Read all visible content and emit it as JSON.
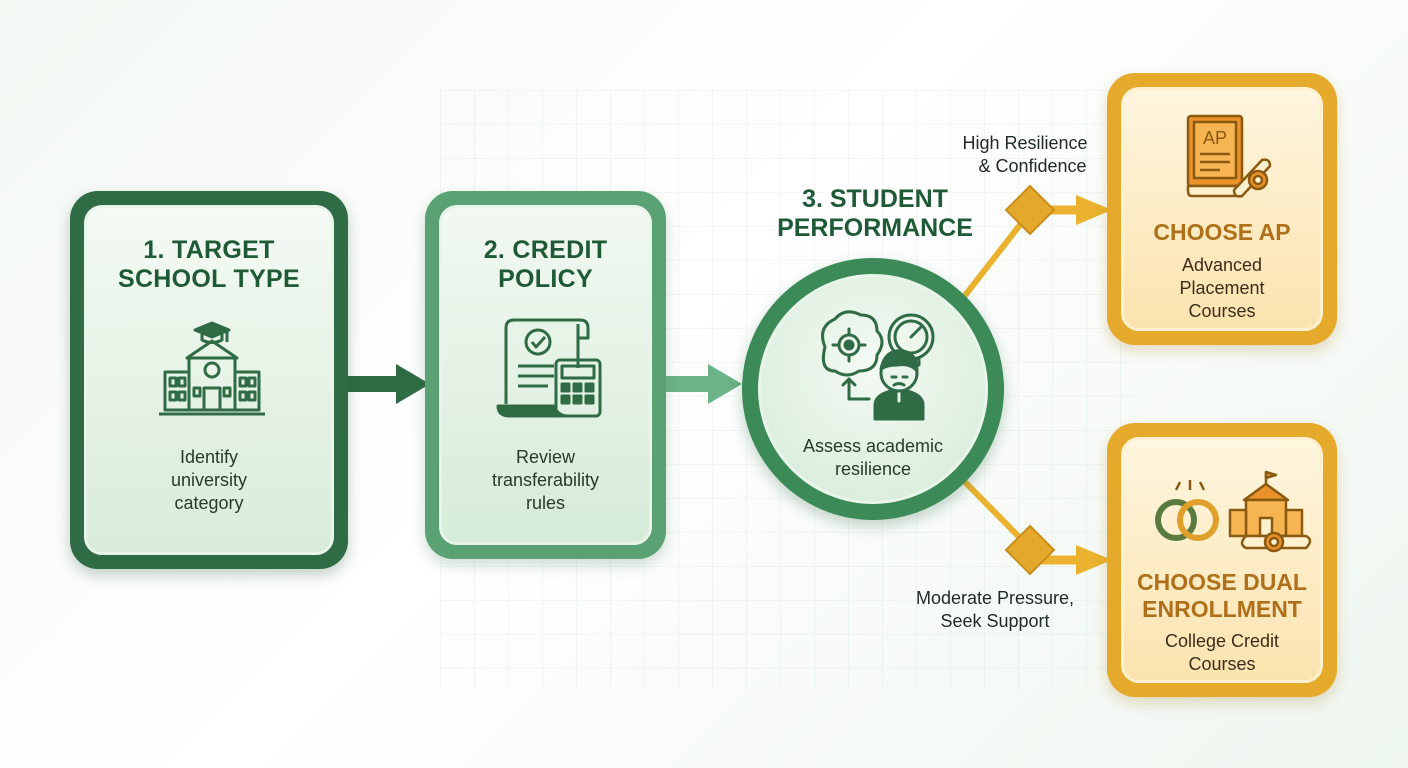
{
  "steps": [
    {
      "title_line1": "1. TARGET",
      "title_line2": "SCHOOL TYPE",
      "desc_line1": "Identify",
      "desc_line2": "university",
      "desc_line3": "category",
      "icon": "school-building-icon"
    },
    {
      "title_line1": "2. CREDIT",
      "title_line2": "POLICY",
      "desc_line1": "Review",
      "desc_line2": "transferability",
      "desc_line3": "rules",
      "icon": "document-calculator-icon"
    },
    {
      "title_line1": "3. STUDENT",
      "title_line2": "PERFORMANCE",
      "desc_line1": "Assess academic",
      "desc_line2": "resilience",
      "icon": "student-brain-gauge-icon"
    }
  ],
  "branches": {
    "high": {
      "line1": "High Resilience",
      "line2": "& Confidence"
    },
    "moderate": {
      "line1": "Moderate Pressure,",
      "line2": "Seek Support"
    }
  },
  "outcomes": [
    {
      "title_line1": "CHOOSE AP",
      "desc_line1": "Advanced",
      "desc_line2": "Placement",
      "desc_line3": "Courses",
      "icon": "ap-book-diploma-icon",
      "book_label": "AP"
    },
    {
      "title_line1": "CHOOSE DUAL",
      "title_line2": "ENROLLMENT",
      "desc_line1": "College Credit",
      "desc_line2": "Courses",
      "icon": "rings-college-diploma-icon"
    }
  ],
  "colors": {
    "dark_green": "#2f6b45",
    "mid_green": "#5aa173",
    "gold": "#e5a92b",
    "gold_text": "#b0701a"
  }
}
